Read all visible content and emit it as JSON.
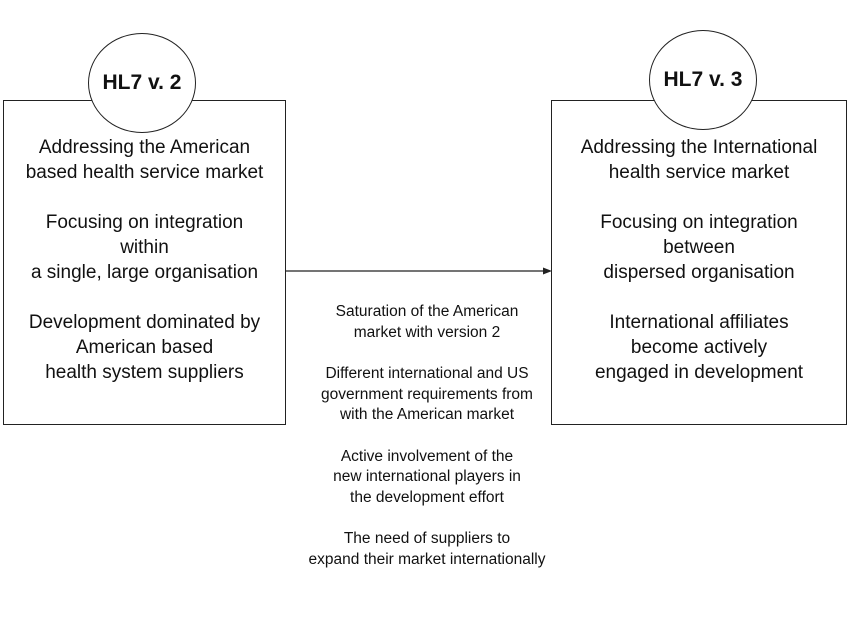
{
  "left": {
    "circle_label": "HL7 v. 2",
    "paragraphs": [
      "Addressing the American\nbased health service market",
      "Focusing on integration\nwithin\na single, large organisation",
      "Development dominated by\nAmerican based\nhealth system suppliers"
    ]
  },
  "right": {
    "circle_label": "HL7 v. 3",
    "paragraphs": [
      "Addressing the International\nhealth service market",
      "Focusing on integration\nbetween\ndispersed organisation",
      "International affiliates\nbecome actively\nengaged in development"
    ]
  },
  "drivers": [
    "Saturation of the American\nmarket with version 2",
    "Different international and US\ngovernment requirements from\nwith the American market",
    "Active involvement of the\nnew international players in\nthe development effort",
    "The need of suppliers to\nexpand their market internationally"
  ]
}
